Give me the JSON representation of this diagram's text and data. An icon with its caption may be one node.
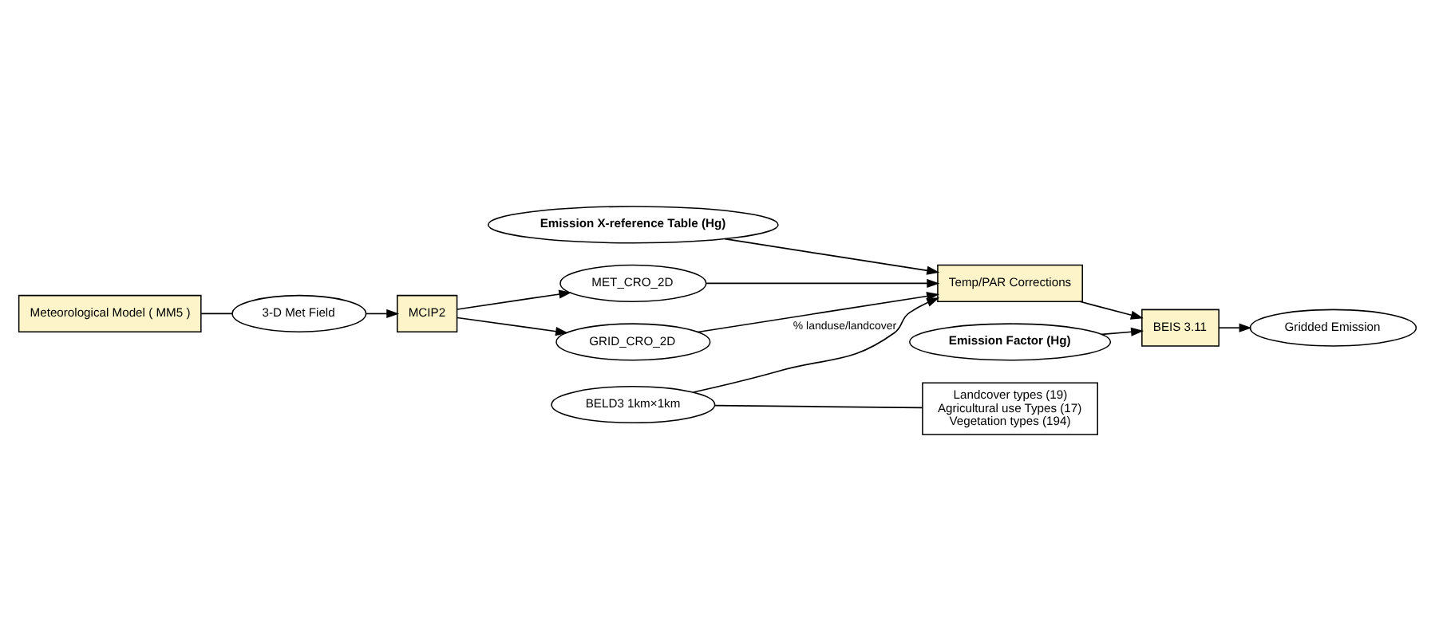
{
  "diagram": {
    "nodes": [
      {
        "text": [
          "Meteorological Model ( MM5 )"
        ]
      },
      {
        "text": [
          "3-D Met Field"
        ]
      },
      {
        "text": [
          "MCIP2"
        ]
      },
      {
        "text": [
          "MET_CRO_2D"
        ]
      },
      {
        "text": [
          "GRID_CRO_2D"
        ]
      },
      {
        "text": [
          "BELD3 1km×1km"
        ]
      },
      {
        "text": [
          "Landcover types (19)",
          "Agricultural use Types (17)",
          "Vegetation types (194)"
        ]
      },
      {
        "text": [
          "Emission X-reference Table (Hg)"
        ]
      },
      {
        "text": [
          "Temp/PAR Corrections"
        ]
      },
      {
        "text": [
          "BEIS 3.11"
        ]
      },
      {
        "text": [
          "Emission Factor (Hg)"
        ]
      },
      {
        "text": [
          "Gridded Emission"
        ]
      }
    ],
    "edges": [
      {
        "from": 0,
        "to": 1,
        "arrow": "none"
      },
      {
        "from": 1,
        "to": 2,
        "arrow": "to"
      },
      {
        "from": 2,
        "to": 3,
        "arrow": "to"
      },
      {
        "from": 2,
        "to": 4,
        "arrow": "to"
      },
      {
        "from": 3,
        "to": 8,
        "arrow": "to"
      },
      {
        "from": 4,
        "to": 8,
        "arrow": "to"
      },
      {
        "from": 5,
        "to": 8,
        "label": "% landuse/landcover",
        "arrow": "to"
      },
      {
        "from": 5,
        "to": 6,
        "arrow": "none"
      },
      {
        "from": 7,
        "to": 8,
        "arrow": "to"
      },
      {
        "from": 8,
        "to": 9,
        "arrow": "to"
      },
      {
        "from": 10,
        "to": 9,
        "arrow": "to"
      },
      {
        "from": 9,
        "to": 11,
        "arrow": "to"
      }
    ]
  }
}
